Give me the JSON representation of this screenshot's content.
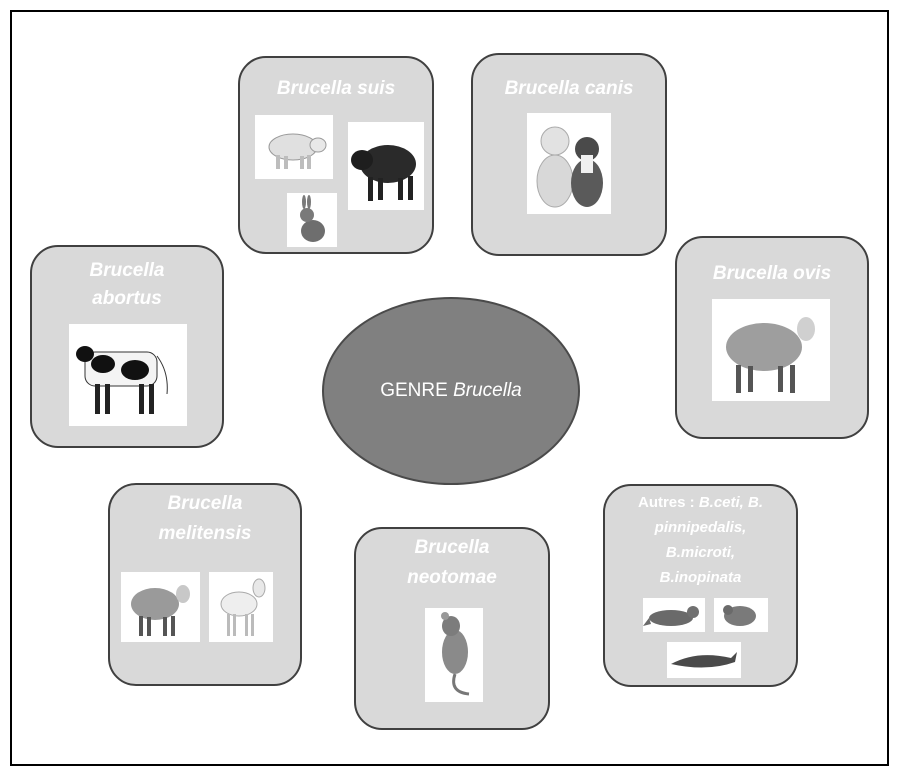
{
  "center": {
    "label": "GENRE",
    "genus": "Brucella"
  },
  "boxes": {
    "suis": {
      "title": "Brucella suis",
      "animals": [
        "pig-icon",
        "wild-boar-icon",
        "rabbit-icon"
      ]
    },
    "canis": {
      "title": "Brucella canis",
      "animals": [
        "dogs-icon"
      ]
    },
    "ovis": {
      "title": "Brucella ovis",
      "animals": [
        "sheep-icon"
      ]
    },
    "abortus": {
      "title_line1": "Brucella",
      "title_line2": "abortus",
      "animals": [
        "cow-icon"
      ]
    },
    "melitensis": {
      "title_line1": "Brucella",
      "title_line2": "melitensis",
      "animals": [
        "sheep-icon",
        "goat-icon"
      ]
    },
    "neotomae": {
      "title_line1": "Brucella",
      "title_line2": "neotomae",
      "animals": [
        "woodrat-icon"
      ]
    },
    "autres": {
      "prefix": "Autres : ",
      "line1_species": "B.ceti, B.",
      "line2": "pinnipedalis,",
      "line3": "B.microti,",
      "line4": "B.inopinata",
      "animals": [
        "seal-icon",
        "vole-icon",
        "dolphin-icon"
      ]
    }
  }
}
